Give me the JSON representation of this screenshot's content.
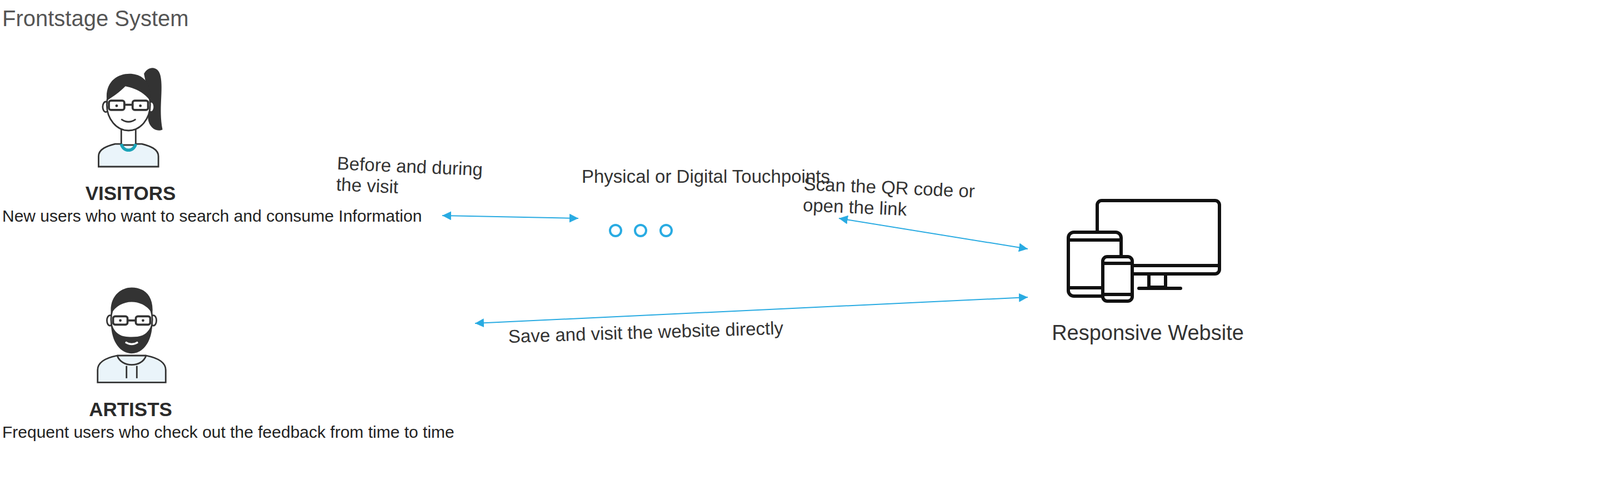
{
  "diagram": {
    "title": "Frontstage System",
    "nodes": [
      {
        "text": [
          "VISITORS",
          "New users who want to search and consume Information"
        ]
      },
      {
        "text": [
          "Physical or Digital Touchpoints"
        ]
      },
      {
        "text": [
          "Responsive Website"
        ]
      },
      {
        "text": [
          "ARTISTS",
          "Frequent users who check out the feedback from time to time"
        ]
      }
    ],
    "edges": [
      {
        "from": 0,
        "to": 1,
        "label": "Before and during the visit",
        "arrow": "both"
      },
      {
        "from": 1,
        "to": 2,
        "label": "Scan the QR code or open the link",
        "arrow": "both"
      },
      {
        "from": 3,
        "to": 2,
        "label": "Save and visit the website directly",
        "arrow": "both"
      }
    ]
  }
}
